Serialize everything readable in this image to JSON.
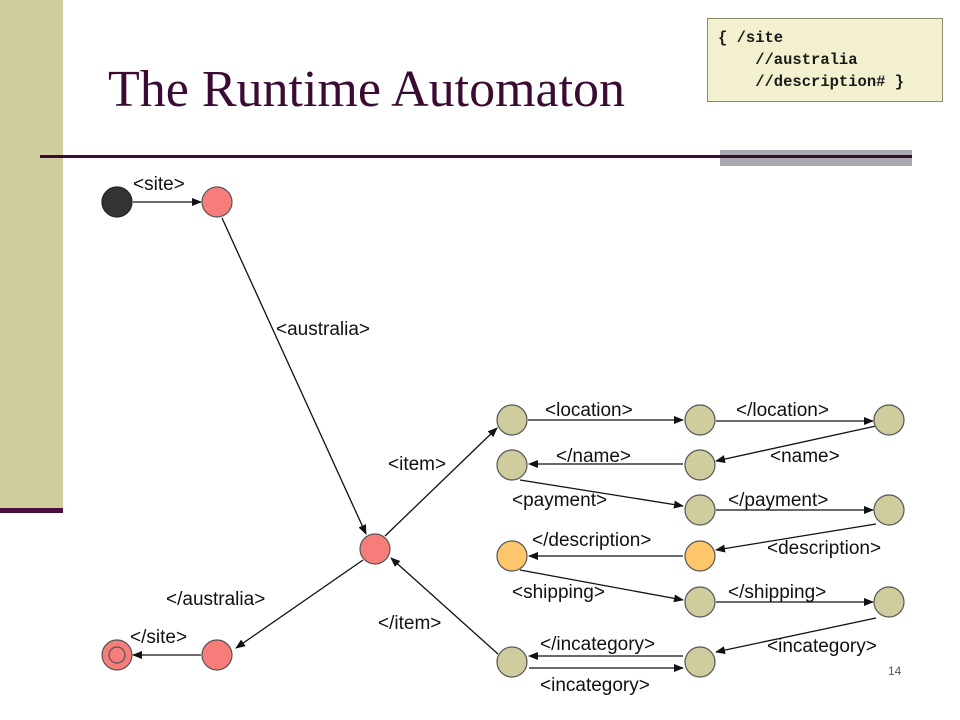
{
  "slide": {
    "title": "The Runtime Automaton",
    "page_number": "14",
    "query_lines": [
      "{ /site",
      "    //australia",
      "    //description# }"
    ]
  },
  "colors": {
    "accent": "#3a0b33",
    "sidebar": "#cfcc9e",
    "state_red": "#f77d7b",
    "state_olive": "#cfcc9e",
    "state_orange": "#fdc66a",
    "state_black": "#333333"
  },
  "diagram": {
    "states": [
      {
        "id": "start",
        "fill": "black"
      },
      {
        "id": "site",
        "fill": "red"
      },
      {
        "id": "item",
        "fill": "red"
      },
      {
        "id": "site-close",
        "fill": "red"
      },
      {
        "id": "final",
        "fill": "red",
        "accepting": true
      },
      {
        "id": "location",
        "fill": "olive"
      },
      {
        "id": "location-body",
        "fill": "olive"
      },
      {
        "id": "location-end",
        "fill": "olive"
      },
      {
        "id": "name",
        "fill": "olive"
      },
      {
        "id": "name-body",
        "fill": "olive"
      },
      {
        "id": "payment-body",
        "fill": "olive"
      },
      {
        "id": "description",
        "fill": "orange"
      },
      {
        "id": "description-body",
        "fill": "orange"
      },
      {
        "id": "shipping-body",
        "fill": "olive"
      },
      {
        "id": "shipping-end",
        "fill": "olive"
      },
      {
        "id": "incategory",
        "fill": "olive"
      },
      {
        "id": "incategory-body",
        "fill": "olive"
      }
    ],
    "transitions": [
      {
        "label": "<site>"
      },
      {
        "label": "<australia>"
      },
      {
        "label": "<item>"
      },
      {
        "label": "</item>"
      },
      {
        "label": "</australia>"
      },
      {
        "label": "</site>"
      },
      {
        "label": "<location>"
      },
      {
        "label": "</location>"
      },
      {
        "label": "</name>"
      },
      {
        "label": "<name>"
      },
      {
        "label": "<payment>"
      },
      {
        "label": "</payment>"
      },
      {
        "label": "</description>"
      },
      {
        "label": "<description>"
      },
      {
        "label": "<shipping>"
      },
      {
        "label": "</shipping>"
      },
      {
        "label": "</incategory>"
      },
      {
        "label": "<incategory>"
      },
      {
        "label": "<incategory>"
      }
    ]
  }
}
